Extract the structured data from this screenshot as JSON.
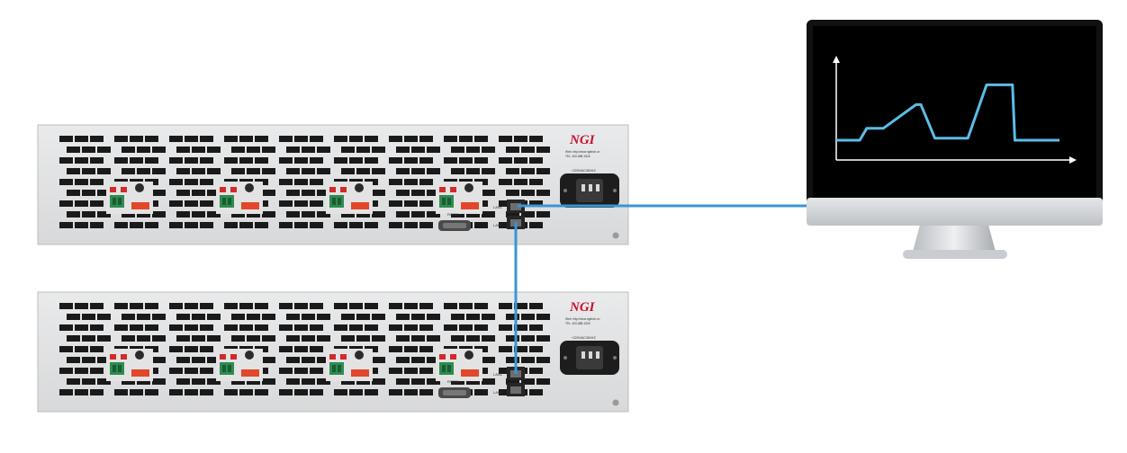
{
  "devices": [
    {
      "brand": "NGI",
      "contact_line1": "Web: http://www.ngitech.cn",
      "contact_line2": "TEL: 400-888-1526",
      "power_rating": "~220VAC/50HZ",
      "port_labels": {
        "lan1": "LAN1",
        "lan2": "LAN2",
        "serial": "RS232"
      },
      "channel_count": 4
    },
    {
      "brand": "NGI",
      "contact_line1": "Web: http://www.ngitech.cn",
      "contact_line2": "TEL: 400-888-1526",
      "power_rating": "~220VAC/50HZ",
      "port_labels": {
        "lan1": "LAN1",
        "lan2": "LAN2",
        "serial": "RS232"
      },
      "channel_count": 4
    }
  ],
  "monitor": {
    "plot_color": "#5bbde6",
    "screen_color": "#000000",
    "waveform": [
      [
        0,
        2
      ],
      [
        1,
        2
      ],
      [
        1.3,
        3.2
      ],
      [
        2,
        3.2
      ],
      [
        3.4,
        5.6
      ],
      [
        3.6,
        5.6
      ],
      [
        4.2,
        2.2
      ],
      [
        5.6,
        2.2
      ],
      [
        6.4,
        7.6
      ],
      [
        7.5,
        7.6
      ],
      [
        7.6,
        2
      ],
      [
        9.5,
        2
      ]
    ],
    "waveform_range": {
      "x": [
        0,
        10
      ],
      "y": [
        0,
        10
      ]
    }
  },
  "cables": {
    "color": "#3b94d6"
  }
}
